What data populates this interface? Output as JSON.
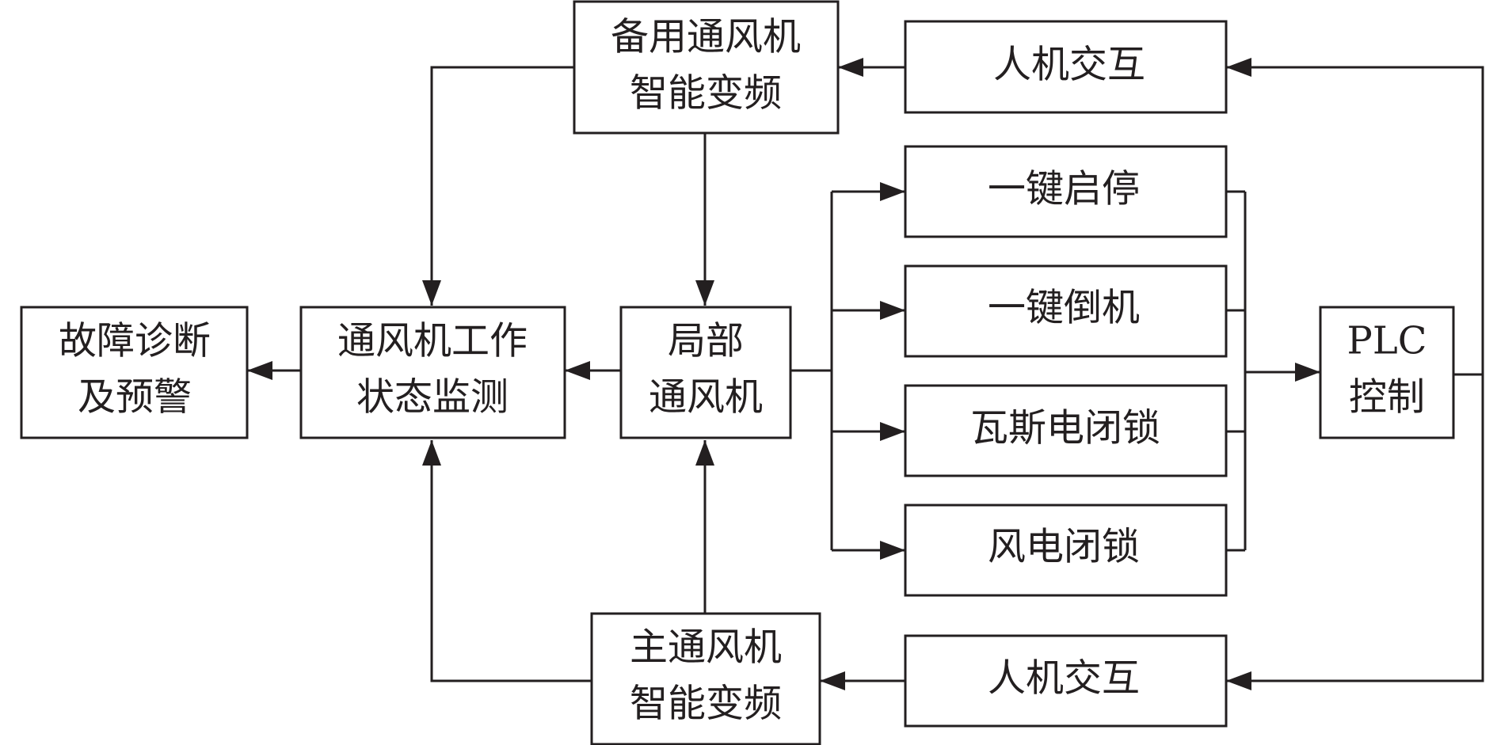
{
  "colors": {
    "line": "#231f20",
    "background": "#ffffff"
  },
  "nodes": {
    "fault": {
      "line1": "故障诊断",
      "line2": "及预警"
    },
    "monitor": {
      "line1": "通风机工作",
      "line2": "状态监测"
    },
    "local_fan": {
      "line1": "局部",
      "line2": "通风机"
    },
    "backup_vfd": {
      "line1": "备用通风机",
      "line2": "智能变频"
    },
    "main_vfd": {
      "line1": "主通风机",
      "line2": "智能变频"
    },
    "hmi_top": {
      "label": "人机交互"
    },
    "hmi_bottom": {
      "label": "人机交互"
    },
    "start_stop": {
      "label": "一键启停"
    },
    "switchover": {
      "label": "一键倒机"
    },
    "gas_lock": {
      "label": "瓦斯电闭锁"
    },
    "wind_lock": {
      "label": "风电闭锁"
    },
    "plc": {
      "line1": "PLC",
      "line2": "控制"
    }
  }
}
